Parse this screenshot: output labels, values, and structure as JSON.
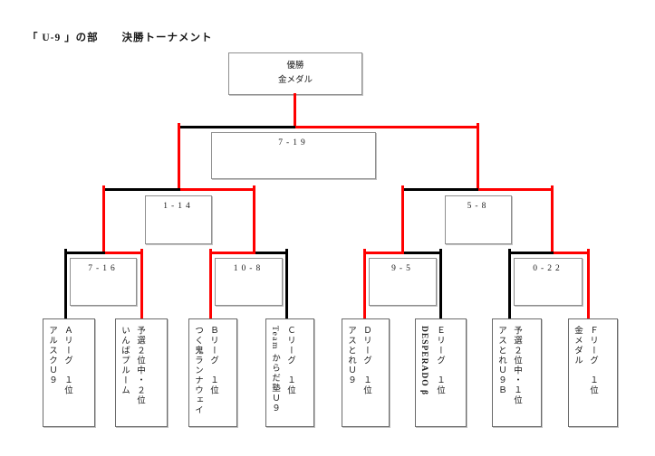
{
  "title": {
    "division": "「 U-9 」の部",
    "tournament": "決勝トーナメント"
  },
  "champion": {
    "line1": "優勝",
    "line2": "金メダル"
  },
  "matches": {
    "final": {
      "score": "7-19",
      "winner_side": "right"
    },
    "sf1": {
      "score": "1-14",
      "winner_side": "right"
    },
    "sf2": {
      "score": "5-8",
      "winner_side": "right"
    },
    "qf1": {
      "score": "7-16",
      "winner_side": "right"
    },
    "qf2": {
      "score": "10-8",
      "winner_side": "left"
    },
    "qf3": {
      "score": "9-5",
      "winner_side": "left"
    },
    "qf4": {
      "score": "0-22",
      "winner_side": "right"
    }
  },
  "teams": [
    {
      "position": "Ａリーグ　１位",
      "name": "アルスクＵ９"
    },
    {
      "position": "予選２位中・２位",
      "name": "いんばプルーム"
    },
    {
      "position": "Ｂリーグ　１位",
      "name": "つく鬼ランナウェイ"
    },
    {
      "position": "Ｃリーグ　１位",
      "name": "Team からだ塾Ｕ９"
    },
    {
      "position": "Ｄリーグ　１位",
      "name": "アスとれＵ９"
    },
    {
      "position": "Ｅリーグ　１位",
      "name": "DESPERADO β"
    },
    {
      "position": "予選２位中・１位",
      "name": "アスとれＵ９Ｂ"
    },
    {
      "position": "Ｆリーグ　１位",
      "name": "金メダル"
    }
  ],
  "colors": {
    "winner_path": "#ff0000",
    "bracket_line": "#000000"
  }
}
